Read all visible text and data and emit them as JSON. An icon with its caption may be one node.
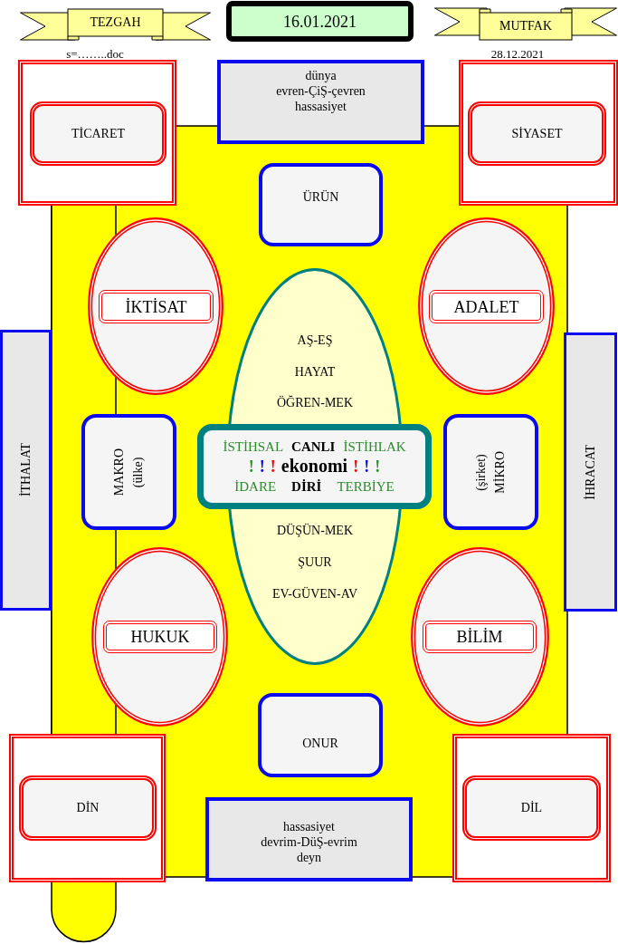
{
  "diagram": {
    "nodes": [
      {
        "text": [
          "TEZGAH"
        ]
      },
      {
        "text": [
          "16.01.2021"
        ]
      },
      {
        "text": [
          "MUTFAK"
        ]
      },
      {
        "text": [
          "dünya",
          "evren-ÇiŞ-çevren",
          "hassasiyet"
        ]
      },
      {
        "text": [],
        "shape": "box"
      },
      {
        "text": [
          "TİCARET"
        ],
        "in": 4
      },
      {
        "text": [],
        "shape": "box"
      },
      {
        "text": [
          "SİYASET"
        ],
        "in": 6
      },
      {
        "text": [
          "ÜRÜN"
        ]
      },
      {
        "text": [],
        "shape": "ellipse"
      },
      {
        "text": [
          "İKTİSAT"
        ],
        "in": 9
      },
      {
        "text": [],
        "shape": "ellipse"
      },
      {
        "text": [
          "ADALET"
        ],
        "in": 11
      },
      {
        "text": [
          "İTHALAT"
        ]
      },
      {
        "text": [
          "AŞ-EŞ",
          "HAYAT",
          "ÖĞREN-MEK",
          "DÜŞÜN-MEK",
          "ŞUUR",
          "EV-GÜVEN-AV"
        ]
      },
      {
        "text": [
          "İHRACAT"
        ]
      },
      {
        "text": [
          "MAKRO",
          "(ülke)"
        ]
      },
      {
        "text": [
          "İSTİHSAL",
          "CANLI",
          "İSTİHLAK",
          "!",
          "!",
          "!",
          "ekonomi",
          "!",
          "!",
          "!",
          "İDARE",
          "DİRİ",
          "TERBİYE"
        ]
      },
      {
        "text": [
          "(şirket)",
          "MİKRO"
        ]
      },
      {
        "text": [],
        "shape": "ellipse"
      },
      {
        "text": [
          "HUKUK"
        ],
        "in": 19
      },
      {
        "text": [],
        "shape": "ellipse"
      },
      {
        "text": [
          "BİLİM"
        ],
        "in": 21
      },
      {
        "text": [
          "ONUR"
        ]
      },
      {
        "text": [],
        "shape": "box"
      },
      {
        "text": [
          "DİN"
        ],
        "in": 24
      },
      {
        "text": [
          "hassasiyet",
          "devrim-DüŞ-evrim",
          "deyn"
        ]
      },
      {
        "text": [],
        "shape": "box"
      },
      {
        "text": [
          "DİL"
        ],
        "in": 27
      }
    ],
    "labels": [
      "s=……..doc",
      "28.12.2021"
    ]
  }
}
